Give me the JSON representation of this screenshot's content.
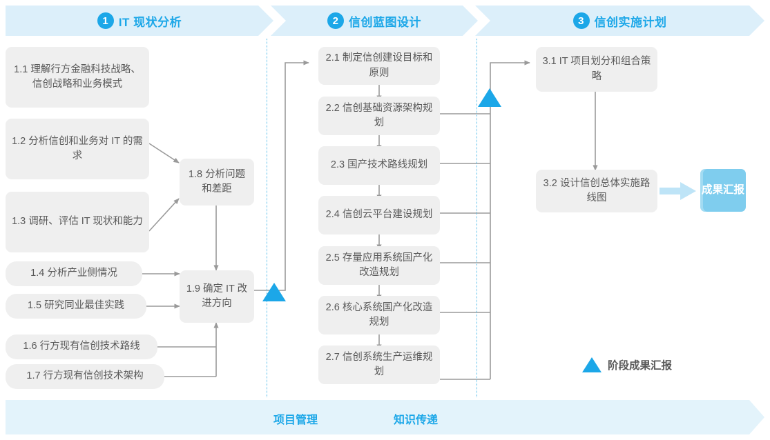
{
  "phases": [
    {
      "number": "1",
      "title": "IT 现状分析"
    },
    {
      "number": "2",
      "title": "信创蓝图设计"
    },
    {
      "number": "3",
      "title": "信创实施计划"
    }
  ],
  "phase1_tasks": [
    {
      "id": "1.1",
      "label": "1.1 理解行方金融科技战略、信创战略和业务模式"
    },
    {
      "id": "1.2",
      "label": "1.2 分析信创和业务对 IT 的需求"
    },
    {
      "id": "1.3",
      "label": "1.3 调研、评估 IT 现状和能力"
    },
    {
      "id": "1.4",
      "label": "1.4 分析产业侧情况"
    },
    {
      "id": "1.5",
      "label": "1.5 研究同业最佳实践"
    },
    {
      "id": "1.6",
      "label": "1.6 行方现有信创技术路线"
    },
    {
      "id": "1.7",
      "label": "1.7 行方现有信创技术架构"
    },
    {
      "id": "1.8",
      "label": "1.8 分析问题和差距"
    },
    {
      "id": "1.9",
      "label": "1.9 确定 IT 改进方向"
    }
  ],
  "phase2_tasks": [
    {
      "id": "2.1",
      "label": "2.1 制定信创建设目标和原则"
    },
    {
      "id": "2.2",
      "label": "2.2 信创基础资源架构规划"
    },
    {
      "id": "2.3",
      "label": "2.3 国产技术路线规划"
    },
    {
      "id": "2.4",
      "label": "2.4 信创云平台建设规划"
    },
    {
      "id": "2.5",
      "label": "2.5 存量应用系统国产化改造规划"
    },
    {
      "id": "2.6",
      "label": "2.6 核心系统国产化改造规划"
    },
    {
      "id": "2.7",
      "label": "2.7 信创系统生产运维规划"
    }
  ],
  "phase3_tasks": [
    {
      "id": "3.1",
      "label": "3.1 IT 项目划分和组合策略"
    },
    {
      "id": "3.2",
      "label": "3.2 设计信创总体实施路线图"
    }
  ],
  "result": {
    "label": "成果汇报"
  },
  "legend": {
    "label": "阶段成果汇报",
    "marker": "milestone-triangle"
  },
  "footer": {
    "labels": [
      "项目管理",
      "知识传递"
    ]
  },
  "colors": {
    "accent": "#1CA7E8",
    "banner_fill": "#DCEFFA",
    "footer_fill": "#E3F3FB",
    "box_fill": "#EFEFEF",
    "box_text": "#595959",
    "result_fill": "#7FCDEE",
    "connector": "#8C8C8C",
    "lane_divider": "#56BDEA"
  }
}
